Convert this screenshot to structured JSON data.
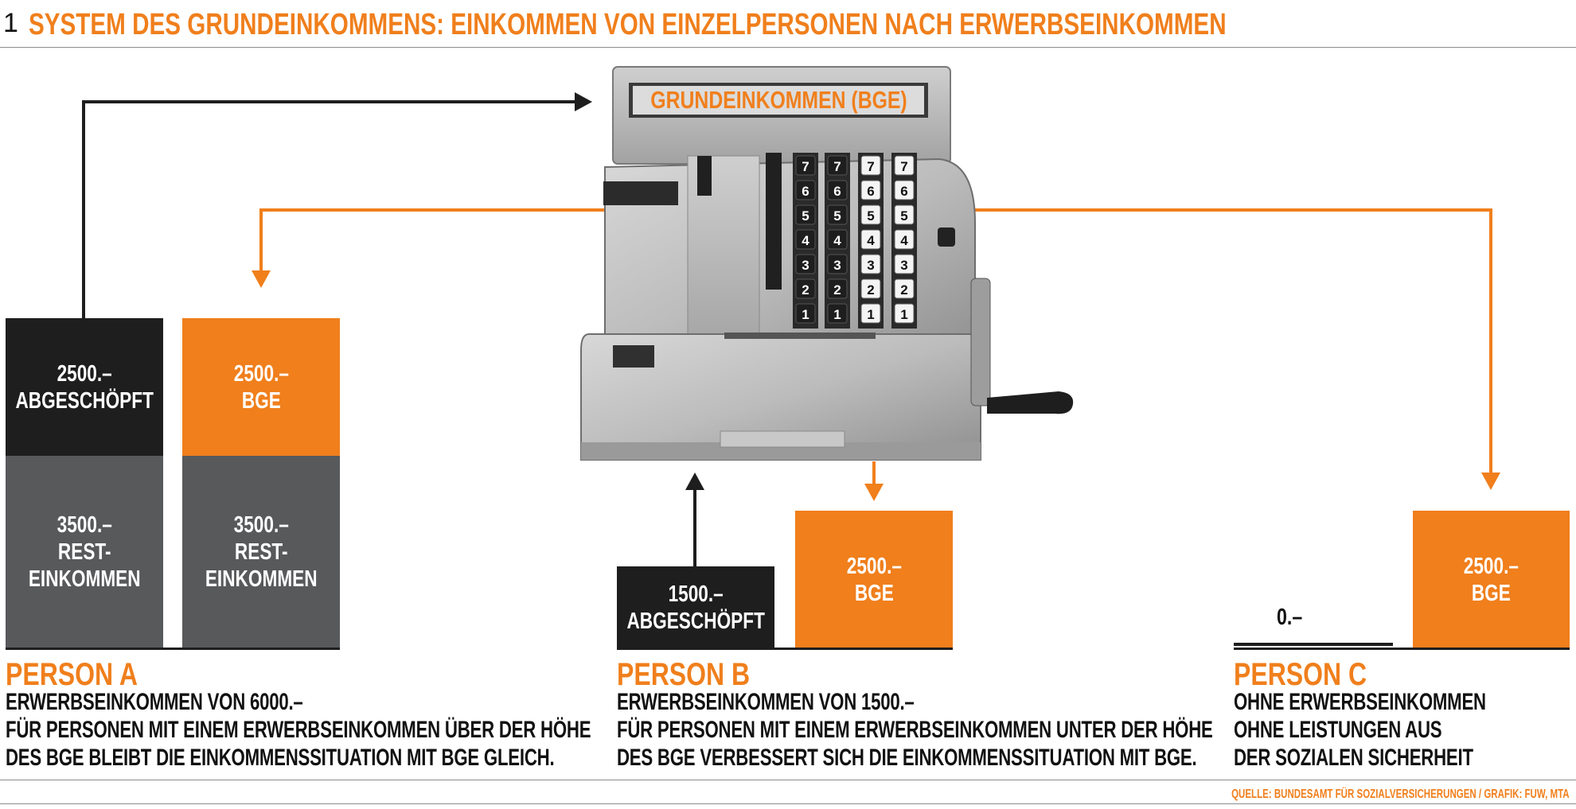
{
  "header": {
    "figure_number": "1",
    "title": "SYSTEM DES GRUNDEINKOMMENS: EINKOMMEN VON EINZELPERSONEN NACH ERWERBSEINKOMMEN"
  },
  "register": {
    "label": "GRUNDEINKOMMEN (BGE)",
    "key_digits": [
      "7",
      "6",
      "5",
      "4",
      "3",
      "2",
      "1"
    ]
  },
  "person_a": {
    "name": "PERSON A",
    "line1": "ERWERBSEINKOMMEN VON 6000.–",
    "line2": "FÜR PERSONEN MIT EINEM ERWERBSEINKOMMEN ÜBER DER HÖHE",
    "line3": "DES BGE BLEIBT DIE EINKOMMENSSITUATION MIT BGE GLEICH.",
    "abgeschoepft_value": "2500.–",
    "abgeschoepft_label": "ABGESCHÖPFT",
    "bge_value": "2500.–",
    "bge_label": "BGE",
    "rest_value": "3500.–",
    "rest_label1": "REST-",
    "rest_label2": "EINKOMMEN"
  },
  "person_b": {
    "name": "PERSON B",
    "line1": "ERWERBSEINKOMMEN VON 1500.–",
    "line2": "FÜR PERSONEN MIT EINEM ERWERBSEINKOMMEN UNTER DER HÖHE",
    "line3": "DES BGE VERBESSERT SICH DIE EINKOMMENSSITUATION MIT BGE.",
    "abgeschoepft_value": "1500.–",
    "abgeschoepft_label": "ABGESCHÖPFT",
    "bge_value": "2500.–",
    "bge_label": "BGE"
  },
  "person_c": {
    "name": "PERSON C",
    "line1": "OHNE ERWERBSEINKOMMEN",
    "line2": "OHNE LEISTUNGEN AUS",
    "line3": "DER SOZIALEN SICHERHEIT",
    "zero_value": "0.–",
    "bge_value": "2500.–",
    "bge_label": "BGE"
  },
  "source": "QUELLE: BUNDESAMT FÜR SOZIALVERSICHERUNGEN / GRAFIK: FUW, MTA",
  "colors": {
    "orange": "#f07f1c",
    "black": "#1f1e1f",
    "grey": "#58595b"
  }
}
